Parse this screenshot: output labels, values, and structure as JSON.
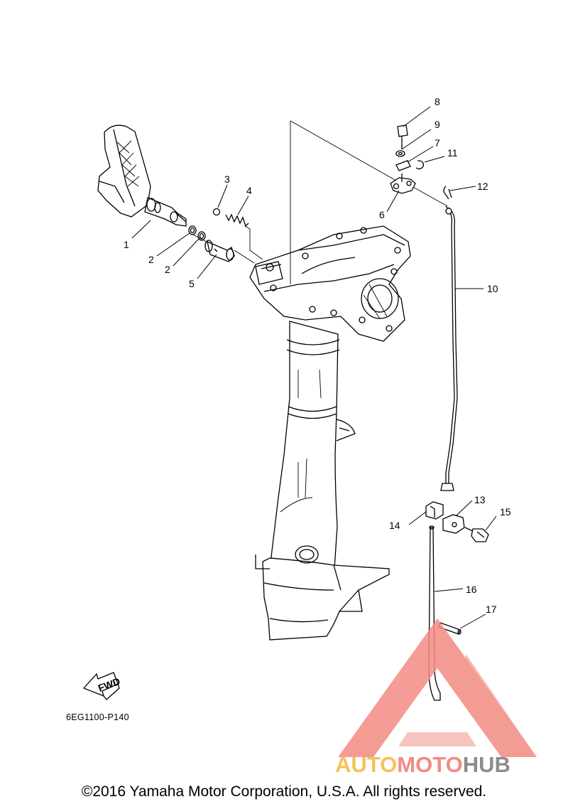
{
  "part_labels": [
    "1",
    "2",
    "2",
    "3",
    "4",
    "5",
    "6",
    "7",
    "8",
    "9",
    "10",
    "11",
    "12",
    "13",
    "14",
    "15",
    "16",
    "17"
  ],
  "fwd_label": "FWD",
  "diagram_code": "6EG1100-P140",
  "copyright": "©2016 Yamaha Motor Corporation, U.S.A. All rights reserved.",
  "watermark": {
    "auto": "AUTO",
    "moto": "MOTO",
    "hub": "HUB",
    "colors": {
      "triangle": "#f28b82",
      "auto": "#f6c25a",
      "moto": "#f28b82",
      "hub": "#8c8c8c"
    }
  }
}
